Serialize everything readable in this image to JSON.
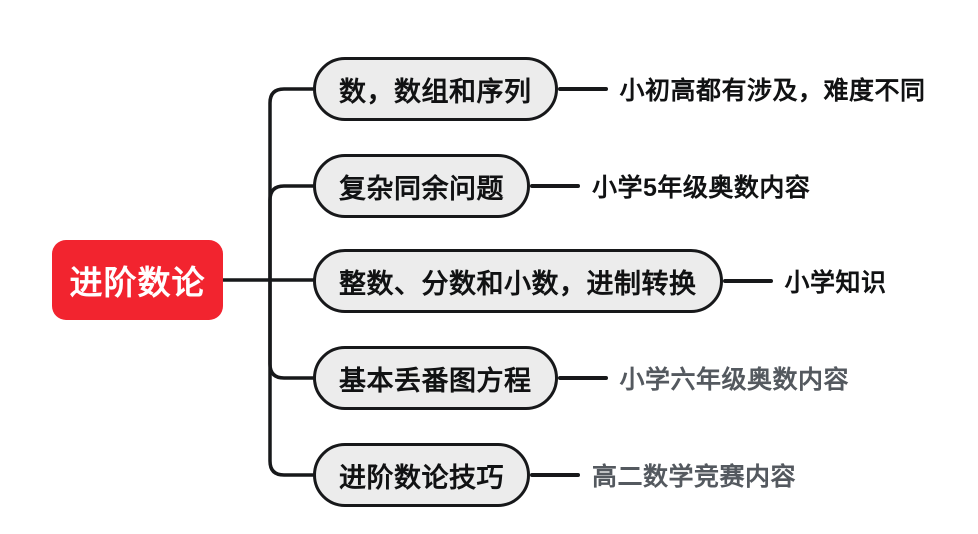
{
  "root": {
    "label": "进阶数论",
    "fill": "#f2242f",
    "text_color": "#ffffff"
  },
  "branches": [
    {
      "label": "数，数组和序列",
      "note": "小初高都有涉及，难度不同",
      "note_color": "#111213"
    },
    {
      "label": "复杂同余问题",
      "note": "小学5年级奥数内容",
      "note_color": "#111213"
    },
    {
      "label": "整数、分数和小数，进制转换",
      "note": "小学知识",
      "note_color": "#111213"
    },
    {
      "label": "基本丢番图方程",
      "note": "小学六年级奥数内容",
      "note_color": "#54595f"
    },
    {
      "label": "进阶数论技巧",
      "note": "高二数学竞赛内容",
      "note_color": "#54595f"
    }
  ],
  "colors": {
    "background": "#ffffff",
    "branch_fill": "#ececec",
    "line": "#17181a",
    "accent_red": "#f2242f",
    "muted_note": "#54595f"
  }
}
